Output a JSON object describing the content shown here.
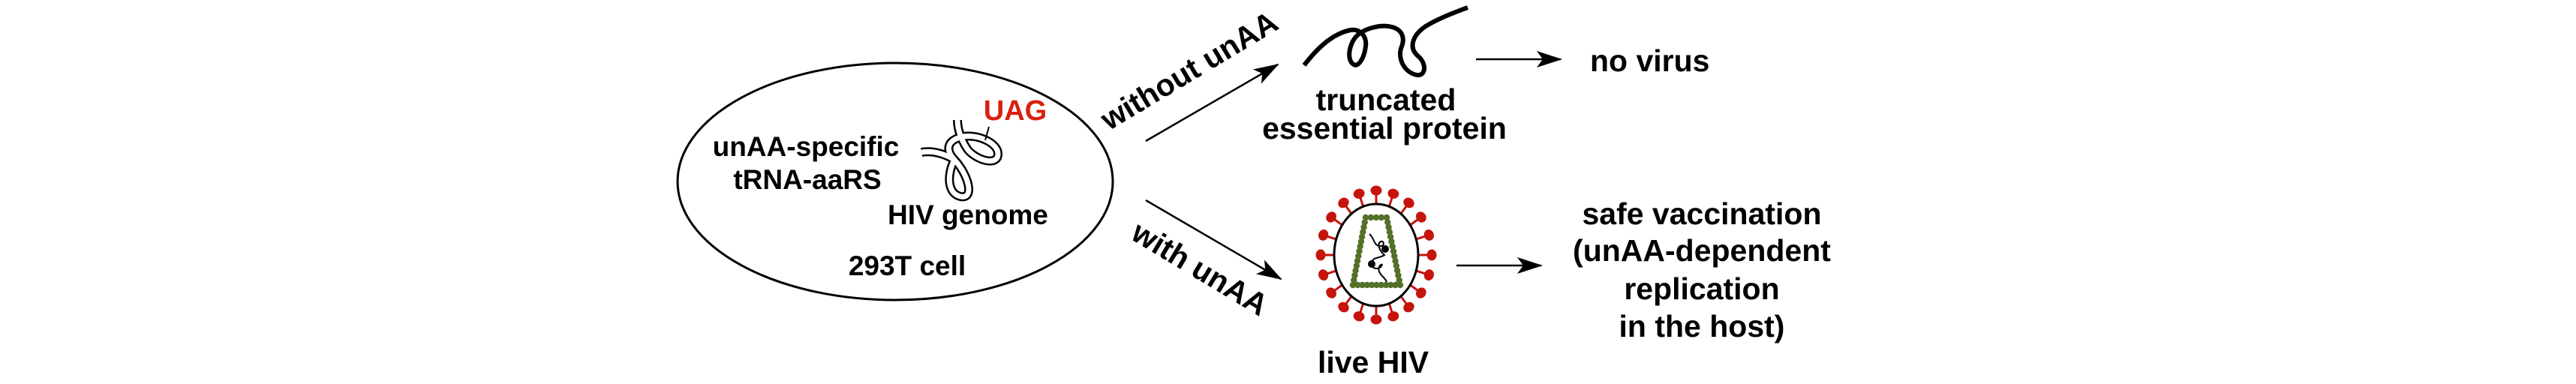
{
  "figure": {
    "cell": {
      "label": "293T cell",
      "contents": {
        "trna_line1": "unAA-specific",
        "trna_line2": "tRNA-aaRS",
        "genome_label": "HIV genome",
        "codon_label": "UAG"
      }
    },
    "branches": [
      {
        "condition": "without unAA",
        "product_line1": "truncated",
        "product_line2": "essential protein",
        "outcome_lines": [
          "no virus"
        ]
      },
      {
        "condition": "with unAA",
        "product_line1": "live HIV",
        "outcome_lines": [
          "safe vaccination",
          "(unAA-dependent",
          "replication",
          "in the host)"
        ]
      }
    ]
  },
  "colors": {
    "text": "#000000",
    "codon": "#d9200f",
    "virus_spike": "#c4140c",
    "virus_capsid": "#537028",
    "background": "#ffffff"
  }
}
